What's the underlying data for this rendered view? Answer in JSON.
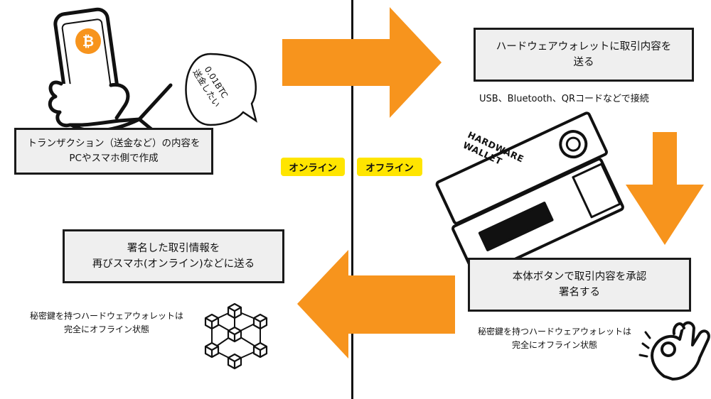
{
  "labels": {
    "online": "オンライン",
    "offline": "オフライン"
  },
  "steps": {
    "create": {
      "line1": "トランザクション（送金など）の内容を",
      "line2": "PCやスマホ側で作成"
    },
    "send": {
      "line1": "ハードウェアウォレットに取引内容を",
      "line2": "送る"
    },
    "send_caption": "USB、Bluetooth、QRコードなどで接続",
    "approve": {
      "line1": "本体ボタンで取引内容を承認",
      "line2": "署名する"
    },
    "broadcast": {
      "line1": "署名した取引情報を",
      "line2": "再びスマホ(オンライン)などに送る"
    }
  },
  "notes": {
    "left": {
      "line1": "秘密鍵を持つハードウェアウォレットは",
      "line2": "完全にオフライン状態"
    },
    "right": {
      "line1": "秘密鍵を持つハードウェアウォレットは",
      "line2": "完全にオフライン状態"
    }
  },
  "speech_bubble": {
    "line1": "0.01BTC",
    "line2": "送金したい"
  },
  "device_label": {
    "line1": "HARDWARE",
    "line2": "WALLET"
  },
  "icons": {
    "phone": "phone-hand-icon",
    "bitcoin": "bitcoin-icon",
    "blockchain": "blockchain-network-icon",
    "ok_hand": "ok-hand-icon",
    "hardware_wallet": "hardware-wallet-icon"
  },
  "colors": {
    "arrow": "#f7941d",
    "pill": "#ffe500",
    "box_fill": "#efefef",
    "stroke": "#1a1a1a"
  }
}
